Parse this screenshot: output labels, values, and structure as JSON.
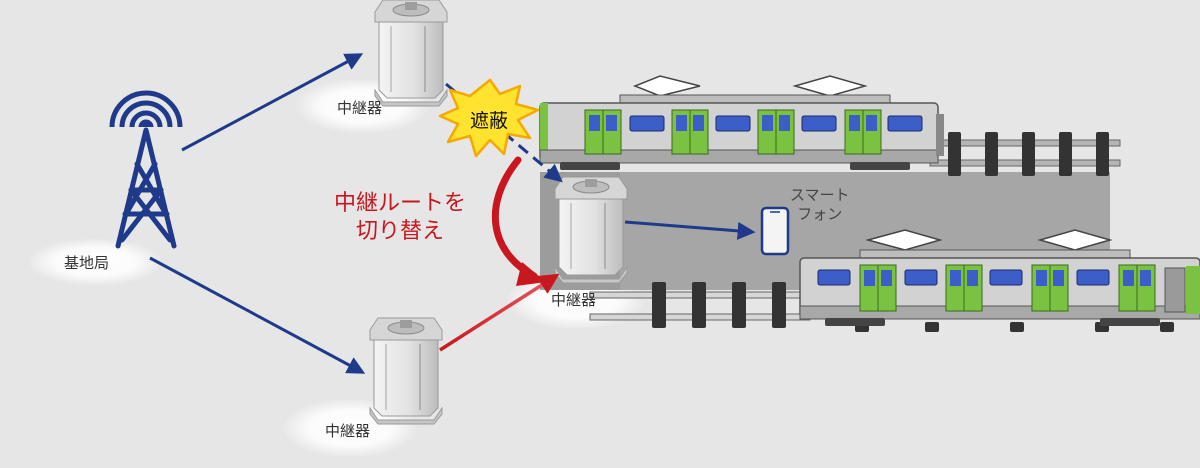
{
  "labels": {
    "base_station": "基地局",
    "repeater_top": "中継器",
    "repeater_mid": "中継器",
    "repeater_bottom": "中継器",
    "blocked": "遮蔽",
    "route_switch_line1": "中継ルートを",
    "route_switch_line2": "切り替え",
    "smartphone_line1": "スマート",
    "smartphone_line2": "フォン"
  },
  "colors": {
    "background": "#e6e6e6",
    "link_blue": "#1f3a8a",
    "switch_red": "#c8171e",
    "train_body": "#d2d2d2",
    "train_door_green": "#7cc242",
    "train_window_blue": "#3c5ec8",
    "track": "#a8a8a8",
    "burst_yellow": "#ffe32e"
  },
  "icons": {
    "base_station": "radio-tower-icon",
    "repeater": "repeater-unit-icon",
    "train": "train-icon",
    "smartphone": "smartphone-icon",
    "blocked": "explosion-burst-icon"
  }
}
